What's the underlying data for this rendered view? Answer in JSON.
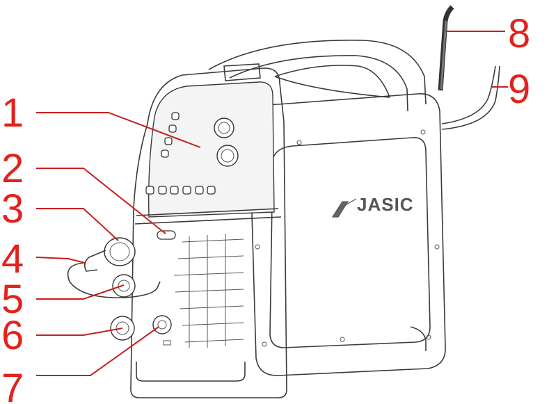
{
  "brand": "JASIC",
  "callouts": [
    {
      "label": "1",
      "part": "front-control-panel"
    },
    {
      "label": "2",
      "part": "euro-torch-connector-button"
    },
    {
      "label": "3",
      "part": "euro-torch-socket"
    },
    {
      "label": "4",
      "part": "polarity-lead"
    },
    {
      "label": "5",
      "part": "positive-terminal"
    },
    {
      "label": "6",
      "part": "negative-terminal"
    },
    {
      "label": "7",
      "part": "gas-connector"
    },
    {
      "label": "8",
      "part": "power-cable"
    },
    {
      "label": "9",
      "part": "gas-hose"
    }
  ]
}
